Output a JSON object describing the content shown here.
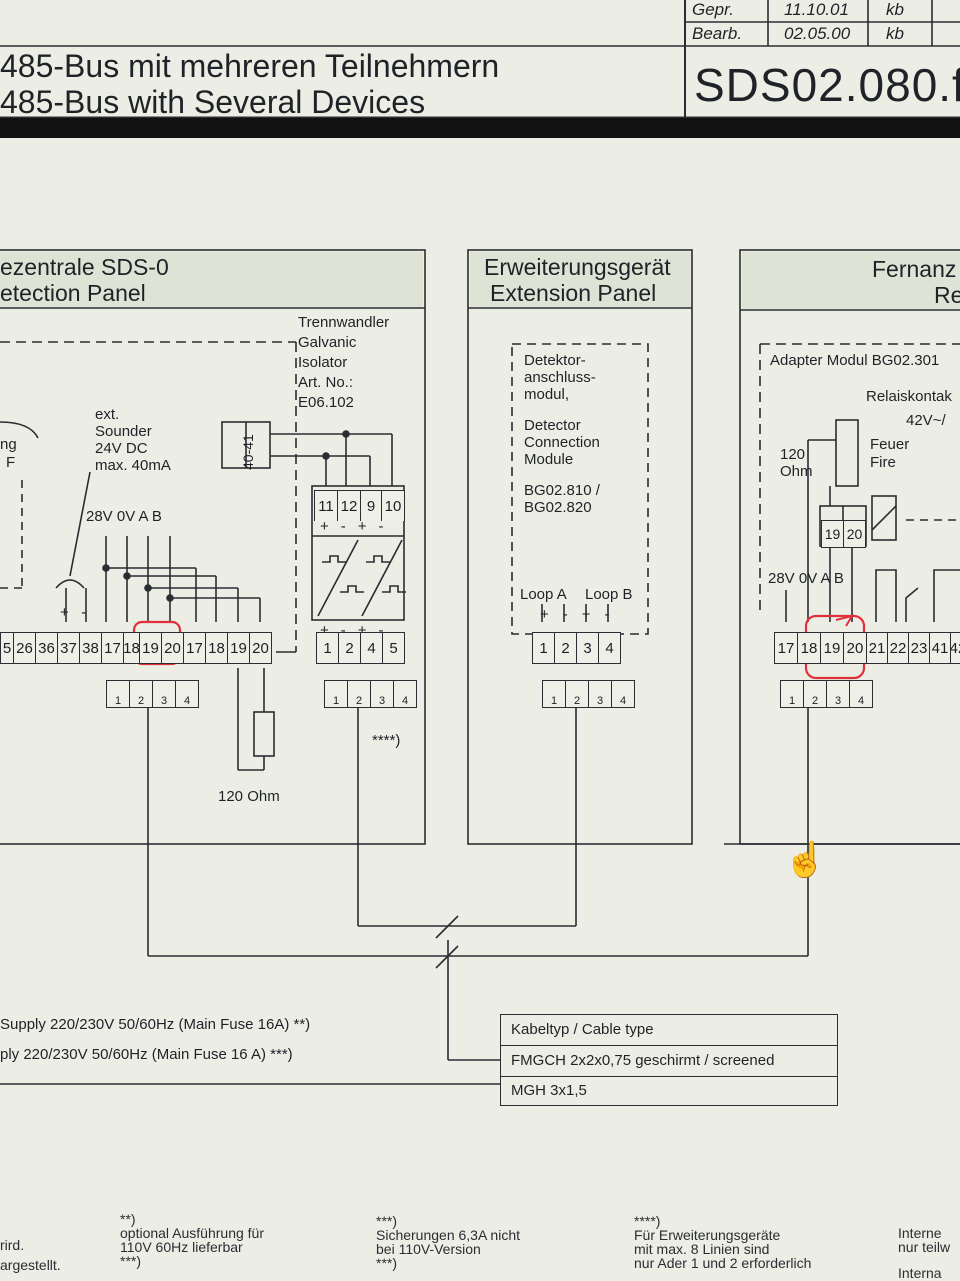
{
  "header": {
    "title_de": "485-Bus mit mehreren Teilnehmern",
    "title_en": "485-Bus with Several Devices",
    "doc_number": "SDS02.080.f",
    "title_block": {
      "gepr_label": "Gepr.",
      "gepr_date": "11.10.01",
      "gepr_initials": "kb",
      "bearb_label": "Bearb.",
      "bearb_date": "02.05.00",
      "bearb_initials": "kb"
    }
  },
  "panels": {
    "detection": {
      "title_de": "ezentrale SDS-0",
      "title_en": "etection Panel",
      "isolator": [
        "Trennwandler",
        "Galvanic",
        "Isolator",
        "Art. No.:",
        "E06.102"
      ],
      "relay_code": "40-41",
      "sounder": [
        "ext.",
        "Sounder",
        "24V DC",
        "max. 40mA"
      ],
      "bus_labels": "28V 0V A  B",
      "left_partial": [
        "ng",
        "F"
      ],
      "left_terminals": [
        "5",
        "26",
        "36",
        "37",
        "38",
        "17",
        "18",
        "19",
        "20",
        "17",
        "18",
        "19",
        "20"
      ],
      "isolator_top": [
        "11",
        "12",
        "9",
        "10"
      ],
      "isolator_top_pol": [
        "+",
        "-",
        "+",
        "-"
      ],
      "isolator_bottom": [
        "1",
        "2",
        "4",
        "5"
      ],
      "isolator_bottom_pol": [
        "+",
        "-",
        "+",
        "-"
      ],
      "sub_terminals": [
        "1",
        "2",
        "3",
        "4"
      ],
      "resistor": "120 Ohm",
      "note_ref": "****)"
    },
    "extension": {
      "title_de": "Erweiterungsgerät",
      "title_en": "Extension Panel",
      "module": [
        "Detektor-",
        "anschluss-",
        "modul,",
        "",
        "Detector",
        "Connection",
        "Module",
        "",
        "BG02.810 /",
        "BG02.820"
      ],
      "loop_a": "Loop A",
      "loop_b": "Loop B",
      "terminals": [
        "1",
        "2",
        "3",
        "4"
      ],
      "sub_terminals": [
        "1",
        "2",
        "3",
        "4"
      ]
    },
    "remote": {
      "title_de": "Fernanz",
      "title_en": "Re",
      "adapter": "Adapter Modul BG02.301",
      "relay": "Relaiskontak",
      "relay_volt": "42V~/",
      "feuer": "Feuer",
      "fire": "Fire",
      "resistor": [
        "120",
        "Ohm"
      ],
      "bus_labels": "28V 0V A  B",
      "top_terminals": [
        "19",
        "20"
      ],
      "terminals": [
        "17",
        "18",
        "19",
        "20",
        "21",
        "22",
        "23",
        "41",
        "42"
      ],
      "sub_terminals": [
        "1",
        "2",
        "3",
        "4"
      ]
    }
  },
  "supply": {
    "line1": "Supply 220/230V 50/60Hz (Main Fuse 16A) **)",
    "line2": "ply 220/230V 50/60Hz    (Main Fuse 16 A) ***)"
  },
  "cable_table": {
    "header": "Kabeltyp / Cable type",
    "row1": "FMGCH 2x2x0,75   geschirmt / screened",
    "row2": "MGH 3x1,5"
  },
  "footnotes": {
    "col1": [
      "rird.",
      "argestellt."
    ],
    "col2": [
      "**)",
      "optional Ausführung für",
      "110V 60Hz lieferbar",
      "***)"
    ],
    "col3": [
      "***)",
      "Sicherungen 6,3A nicht",
      "bei 110V-Version",
      "***)"
    ],
    "col4": [
      "****)",
      "Für Erweiterungsgeräte",
      "mit max. 8 Linien sind",
      "nur Ader 1 und 2 erforderlich"
    ],
    "col5": [
      "Interne",
      "nur teilw",
      "Interna"
    ]
  },
  "colors": {
    "highlight": "#e0303a",
    "line": "#2a2d31",
    "paper": "#eceee6",
    "band": "#111111",
    "panel_header": "#dfe3d6"
  }
}
